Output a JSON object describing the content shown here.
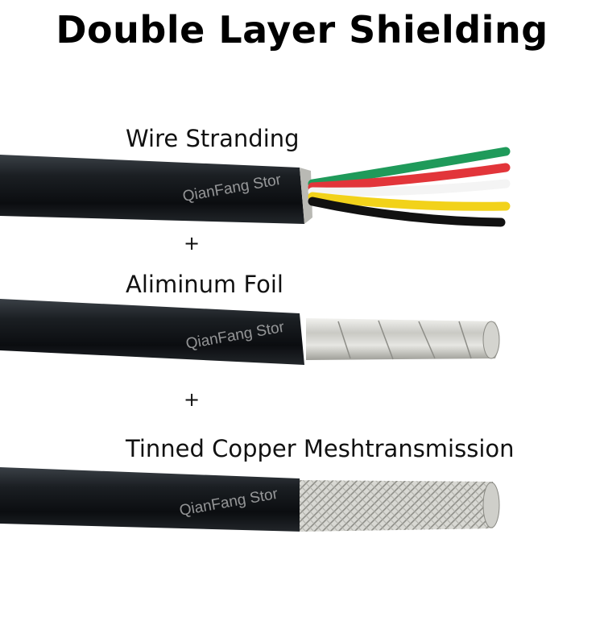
{
  "title": "Double Layer Shielding",
  "layers": [
    {
      "label": "Wire Stranding"
    },
    {
      "label": "Aliminum Foil"
    },
    {
      "label": "Tinned Copper Meshtransmission"
    }
  ],
  "plus_sign": "+",
  "watermark": "QianFang Stor",
  "wire_colors": [
    "#1f9a5a",
    "#e2353a",
    "#f4f4f4",
    "#f2d21a",
    "#111111"
  ]
}
